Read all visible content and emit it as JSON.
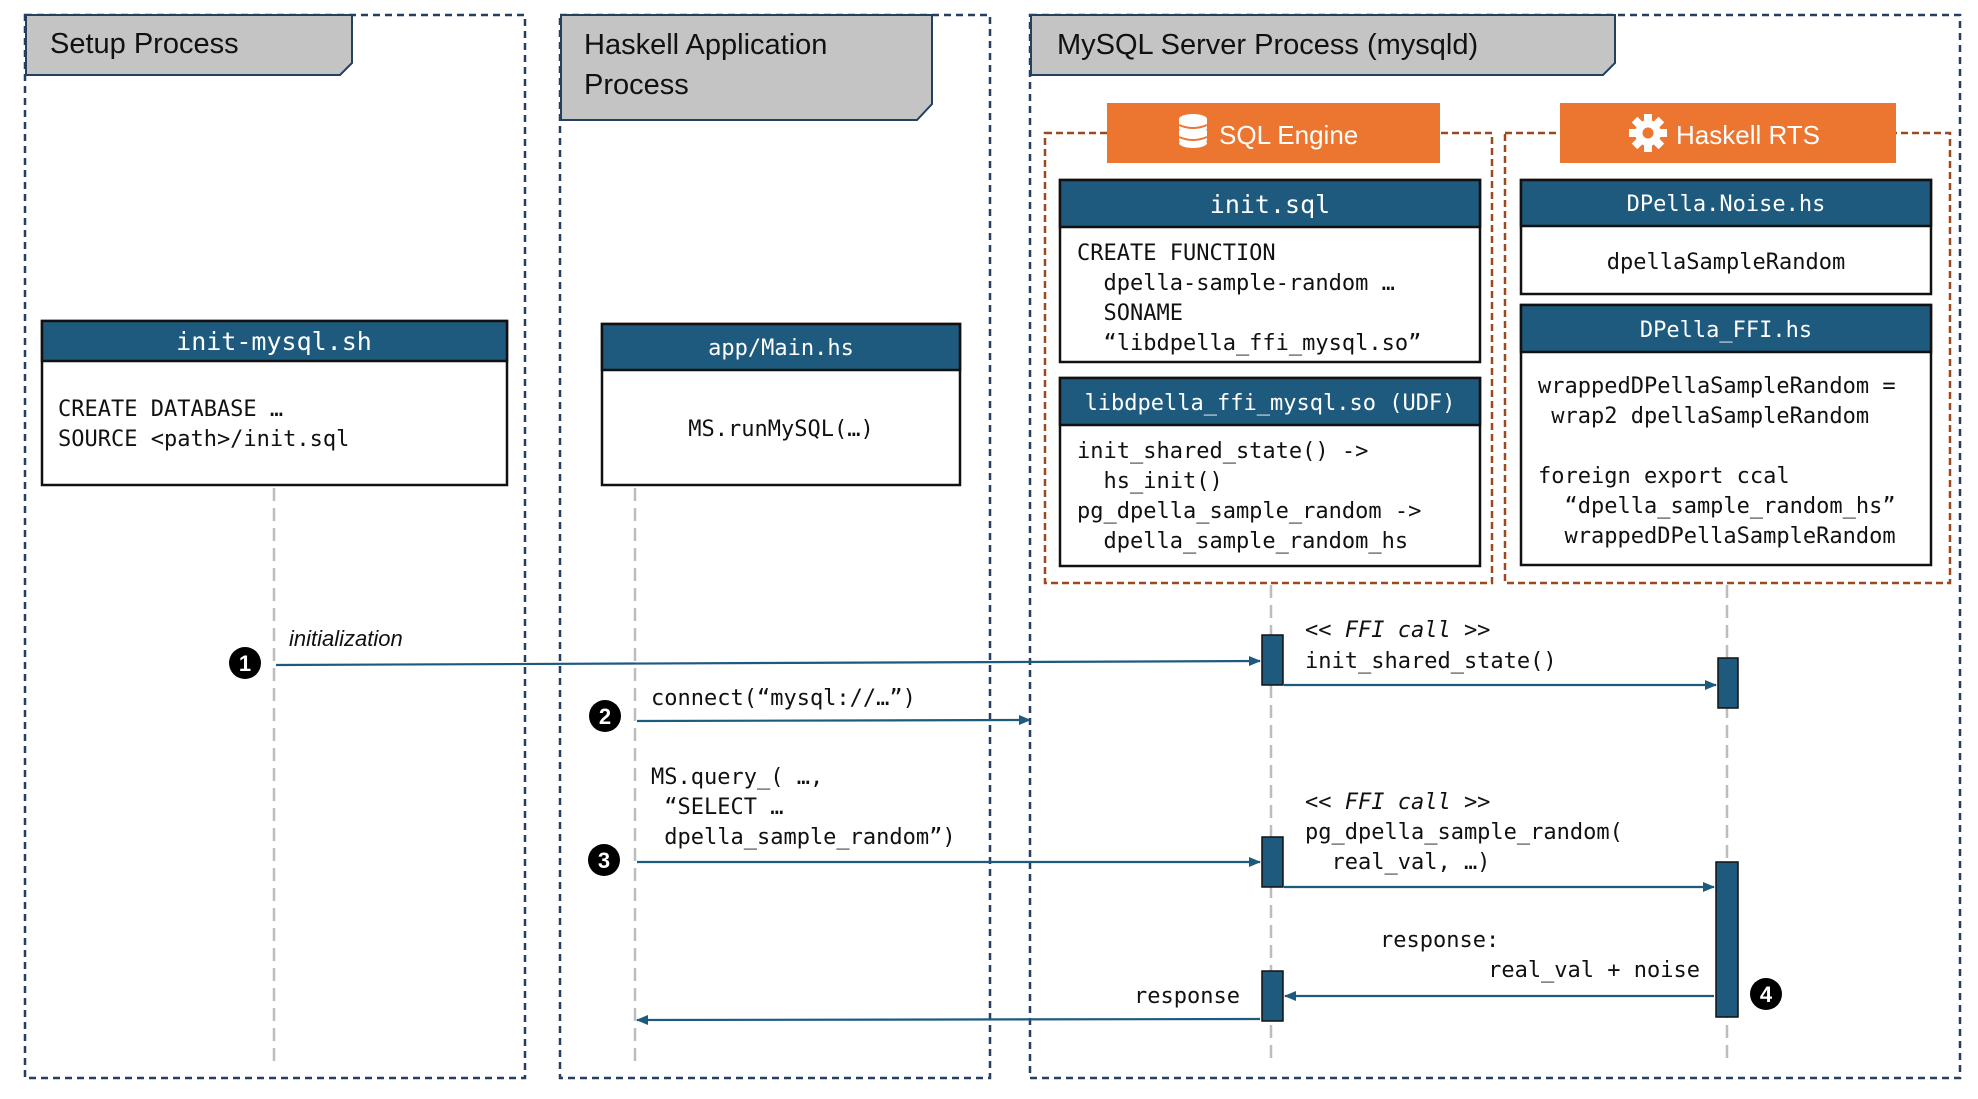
{
  "colors": {
    "header_fill": "#1d5a7d",
    "engine_fill": "#ec7530",
    "frame_border": "#243f60",
    "group_border": "#9a4a20",
    "tab_fill": "#c4c4c4",
    "lifeline": "#bdbdbd",
    "arrow": "#1d5a7d"
  },
  "processes": {
    "setup": {
      "title": "Setup Process"
    },
    "haskell_app": {
      "title_line1": "Haskell Application",
      "title_line2": "Process"
    },
    "mysql_server": {
      "title": "MySQL Server Process (mysqld)"
    }
  },
  "groups": {
    "sql_engine": {
      "label": "SQL Engine",
      "icon": "database-icon"
    },
    "haskell_rts": {
      "label": "Haskell RTS",
      "icon": "gear-icon"
    }
  },
  "cards": {
    "init_mysql": {
      "title": "init-mysql.sh",
      "lines": [
        "CREATE DATABASE …",
        "SOURCE <path>/init.sql"
      ]
    },
    "main_hs": {
      "title": "app/Main.hs",
      "lines": [
        "MS.runMySQL(…)"
      ]
    },
    "init_sql": {
      "title": "init.sql",
      "lines": [
        "CREATE FUNCTION",
        "  dpella-sample-random …",
        "  SONAME",
        "  “libdpella_ffi_mysql.so”"
      ]
    },
    "udf": {
      "title": "libdpella_ffi_mysql.so (UDF)",
      "lines": [
        "init_shared_state() ->",
        "  hs_init()",
        "pg_dpella_sample_random ->",
        "  dpella_sample_random_hs"
      ]
    },
    "noise": {
      "title": "DPella.Noise.hs",
      "lines": [
        "dpellaSampleRandom"
      ]
    },
    "ffi": {
      "title": "DPella_FFI.hs",
      "lines": [
        "wrappedDPellaSampleRandom =",
        " wrap2 dpellaSampleRandom",
        "",
        "foreign export ccal",
        "  “dpella_sample_random_hs”",
        "  wrappedDPellaSampleRandom"
      ]
    }
  },
  "steps": {
    "s1": {
      "number": "1",
      "label": "initialization"
    },
    "s2": {
      "number": "2",
      "label": "connect(“mysql://…”)"
    },
    "s3": {
      "number": "3",
      "label_lines": [
        "MS.query_( …,",
        " “SELECT …",
        " dpella_sample_random”)"
      ]
    },
    "s4": {
      "number": "4"
    }
  },
  "messages": {
    "ffi1": {
      "stereotype": "<< FFI call >>",
      "call": "init_shared_state()"
    },
    "ffi2": {
      "stereotype": "<< FFI call >>",
      "call_lines": [
        "pg_dpella_sample_random(",
        "  real_val, …)"
      ]
    },
    "response_rts": {
      "lines": [
        "response:",
        "real_val + noise"
      ]
    },
    "response_app": {
      "label": "response"
    }
  }
}
